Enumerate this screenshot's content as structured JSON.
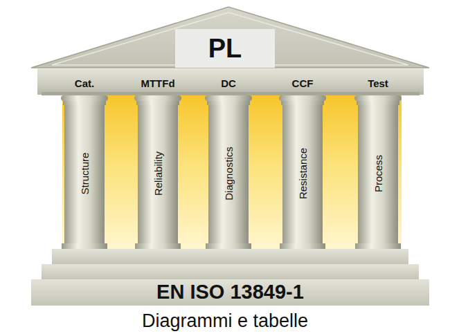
{
  "diagram": {
    "caption": "Diagrammi e tabelle",
    "nodes": [
      {
        "text": [
          "PL"
        ]
      },
      {
        "text": [
          "Cat.",
          "Structure"
        ]
      },
      {
        "text": [
          "MTTFd",
          "Reliability"
        ]
      },
      {
        "text": [
          "DC",
          "Diagnostics"
        ]
      },
      {
        "text": [
          "CCF",
          "Resistance"
        ]
      },
      {
        "text": [
          "Test",
          "Process"
        ]
      },
      {
        "text": [
          "EN ISO 13849-1"
        ]
      }
    ]
  }
}
